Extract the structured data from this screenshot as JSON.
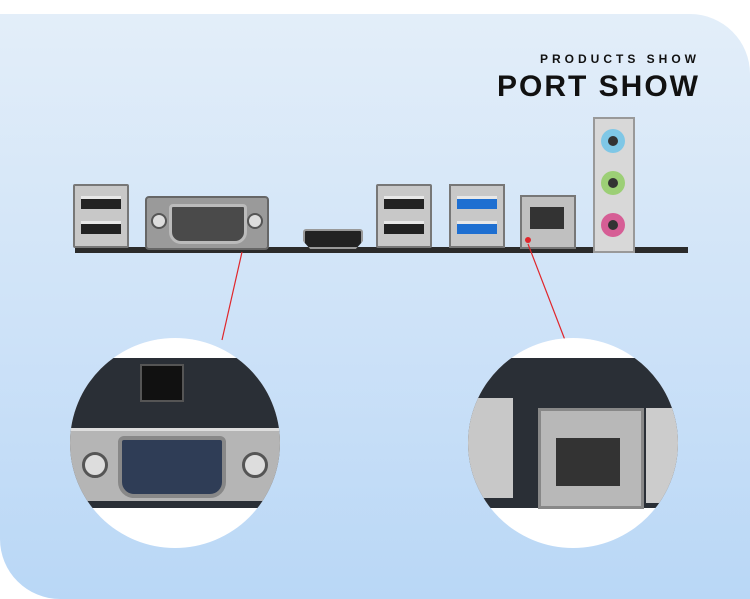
{
  "header": {
    "subtitle": "PRODUCTS SHOW",
    "title": "PORT SHOW"
  },
  "colors": {
    "background_top": "#e3eef9",
    "background_bottom": "#b9d7f6",
    "usb3_blue": "#1e6fd1",
    "callout_line": "#e0262b",
    "audio_blue": "#7fc7e6",
    "audio_green": "#9ccf76",
    "audio_pink": "#d65e95"
  },
  "ports": [
    "usb-2.0",
    "vga",
    "hdmi",
    "usb-2.0",
    "usb-3.0",
    "rj45-lan",
    "audio-jacks"
  ]
}
